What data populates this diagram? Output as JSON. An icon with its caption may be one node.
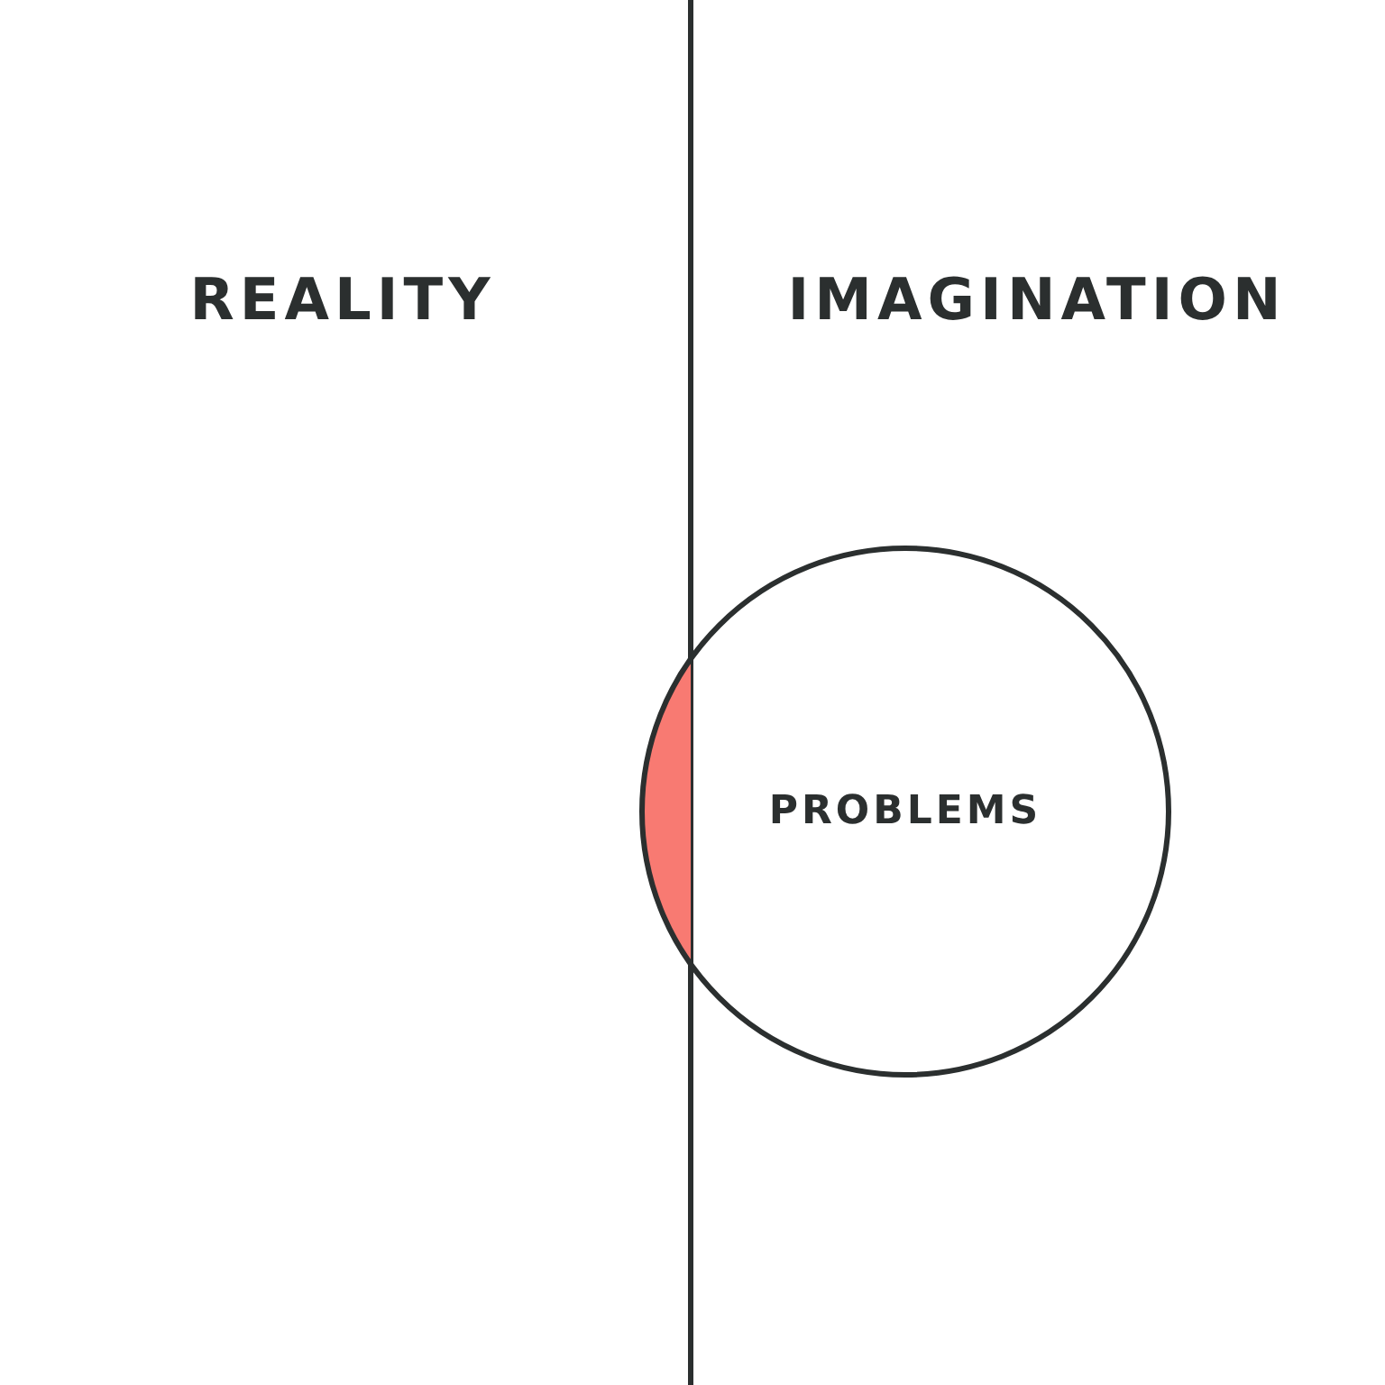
{
  "diagram": {
    "nodes": [
      {
        "text": [
          "PROBLEMS"
        ]
      },
      {
        "text": [],
        "shape": "segment",
        "in": 0
      }
    ],
    "labels": [
      "REALITY",
      "IMAGINATION"
    ]
  }
}
